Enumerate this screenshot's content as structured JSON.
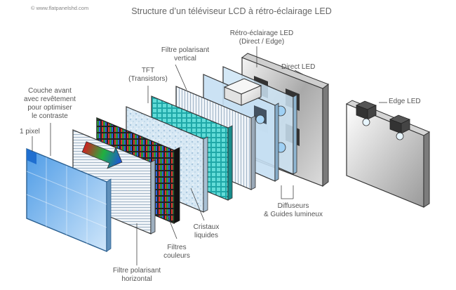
{
  "watermark": "© www.flatpanelshd.com",
  "title": "Structure d’un téléviseur LCD à rétro-éclairage LED",
  "labels": {
    "couche_1": "Couche avant",
    "couche_2": "avec revêtement",
    "couche_3": "pour optimiser",
    "couche_4": "le contraste",
    "pixel": "1 pixel",
    "tft_1": "TFT",
    "tft_2": "(Transistors)",
    "fpv_1": "Filtre polarisant",
    "fpv_2": "vertical",
    "retro_1": "Rétro-éclairage LED",
    "retro_2": "(Direct / Edge)",
    "direct_led": "Direct LED",
    "edge_led": "Edge LED",
    "diff_1": "Diffuseurs",
    "diff_2": "& Guides lumineux",
    "crist_1": "Cristaux",
    "crist_2": "liquides",
    "filtres_1": "Filtres",
    "filtres_2": "couleurs",
    "fph_1": "Filtre polarisant",
    "fph_2": "horizontal"
  },
  "colors": {
    "front_layer": "#8fc4f2",
    "tft_cyan": "#2ec4c4",
    "led_backplate": "#8a8a8a",
    "label_text": "#555555"
  }
}
